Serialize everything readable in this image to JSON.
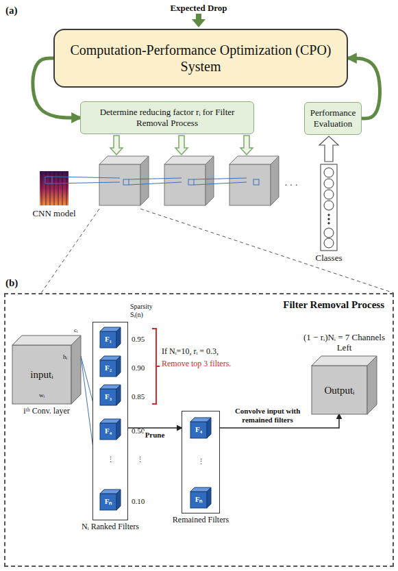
{
  "diagram": {
    "nodes": [
      {
        "text": [
          "Computation-Performance Optimization (CPO) System"
        ]
      },
      {
        "text": [
          "Determine reducing factor rᵢ for Filter Removal Process"
        ]
      },
      {
        "text": [
          "Performance Evaluation"
        ]
      },
      {
        "text": [
          "Filter Removal Process"
        ]
      },
      {
        "text": [
          "inputᵢ",
          "iᵗʰ Conv. layer"
        ],
        "in": 3
      },
      {
        "text": [
          "Nᵢ Ranked Filters"
        ],
        "in": 3
      },
      {
        "text": [
          "F₁"
        ],
        "in": 5
      },
      {
        "text": [
          "F₂"
        ],
        "in": 5
      },
      {
        "text": [
          "F₃"
        ],
        "in": 5
      },
      {
        "text": [
          "F₄"
        ],
        "in": 5
      },
      {
        "text": [
          "Fₙ"
        ],
        "in": 5
      },
      {
        "text": [
          "Remained Filters"
        ],
        "in": 3
      },
      {
        "text": [
          "F₄"
        ],
        "in": 11
      },
      {
        "text": [
          "Fₙ"
        ],
        "in": 11
      },
      {
        "text": [
          "Outputᵢ",
          "(1 − rᵢ)Nᵢ = 7 Channels Left"
        ],
        "in": 3
      }
    ],
    "edges": [
      {
        "from": 0,
        "to": 1,
        "arrow": "to"
      },
      {
        "from": 2,
        "to": 0,
        "arrow": "to"
      },
      {
        "from": 4,
        "to": 9,
        "arrow": "none"
      },
      {
        "from": 4,
        "to": 10,
        "arrow": "none"
      },
      {
        "from": 5,
        "to": 11,
        "arrow": "to",
        "label": "Prune"
      },
      {
        "from": 11,
        "to": 14,
        "arrow": "to",
        "label": "Convolve input with remained filters"
      }
    ],
    "labels": [
      "(a)",
      "Expected Drop",
      "CNN model",
      "· · ·",
      "Classes",
      "(b)",
      "Sparsity Sᵢ(n)",
      "0.95",
      "0.90",
      "0.85",
      "0.50",
      "⋮",
      "0.10",
      "If Nᵢ=10, rᵢ = 0.3,",
      "Remove top 3 filters.",
      "⋮",
      "⋮",
      "cᵢ",
      "hᵢ",
      "wᵢ"
    ]
  }
}
